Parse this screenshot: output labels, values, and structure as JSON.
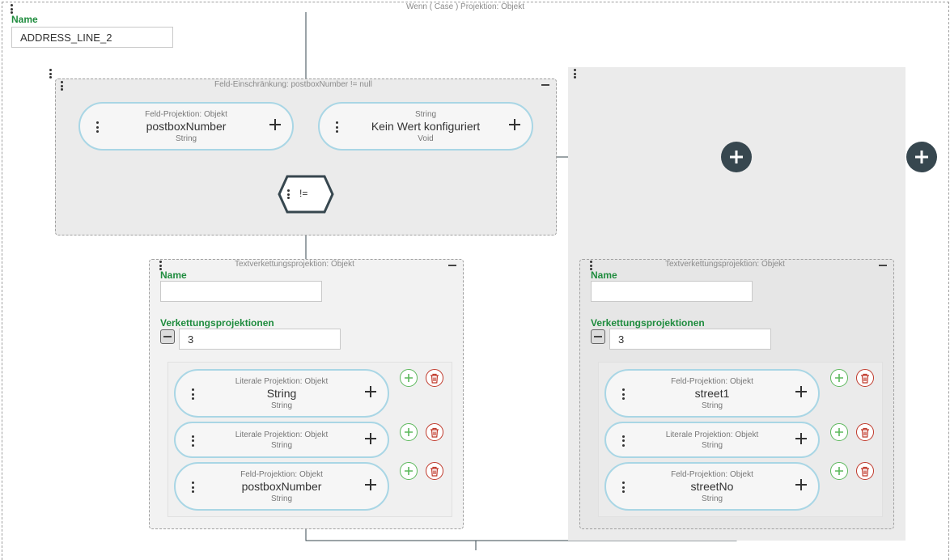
{
  "case_frame": {
    "title": "Wenn ( Case ) Projektion: Objekt"
  },
  "name_field": {
    "label": "Name",
    "value": "ADDRESS_LINE_2"
  },
  "constraint": {
    "title": "Feld-Einschränkung: postboxNumber != null",
    "left_pill": {
      "top": "Feld-Projektion: Objekt",
      "main": "postboxNumber",
      "bottom": "String"
    },
    "right_pill": {
      "top": "String",
      "main": "Kein Wert konfiguriert",
      "bottom": "Void"
    },
    "operator": "!="
  },
  "concat_left": {
    "title": "Textverkettungsprojektion: Objekt",
    "name_label": "Name",
    "name_value": "",
    "list_label": "Verkettungsprojektionen",
    "count": "3",
    "items": [
      {
        "top": "Literale Projektion: Objekt",
        "main": "String",
        "bottom": "String"
      },
      {
        "top": "Literale Projektion: Objekt",
        "main": "",
        "bottom": "String"
      },
      {
        "top": "Feld-Projektion: Objekt",
        "main": "postboxNumber",
        "bottom": "String"
      }
    ]
  },
  "concat_right": {
    "title": "Textverkettungsprojektion: Objekt",
    "name_label": "Name",
    "name_value": "",
    "list_label": "Verkettungsprojektionen",
    "count": "3",
    "items": [
      {
        "top": "Feld-Projektion: Objekt",
        "main": "street1",
        "bottom": "String"
      },
      {
        "top": "Literale Projektion: Objekt",
        "main": "",
        "bottom": "String"
      },
      {
        "top": "Feld-Projektion: Objekt",
        "main": "streetNo",
        "bottom": "String"
      }
    ]
  },
  "icons": {
    "menu": "more-vert-icon",
    "add": "plus-icon",
    "delete": "trash-icon",
    "collapse": "minus-icon"
  },
  "colors": {
    "label_green": "#1f8c3e",
    "pill_border": "#a9d6e5",
    "add_green": "#5cb85c",
    "delete_red": "#c0392b",
    "big_button": "#37474f"
  }
}
